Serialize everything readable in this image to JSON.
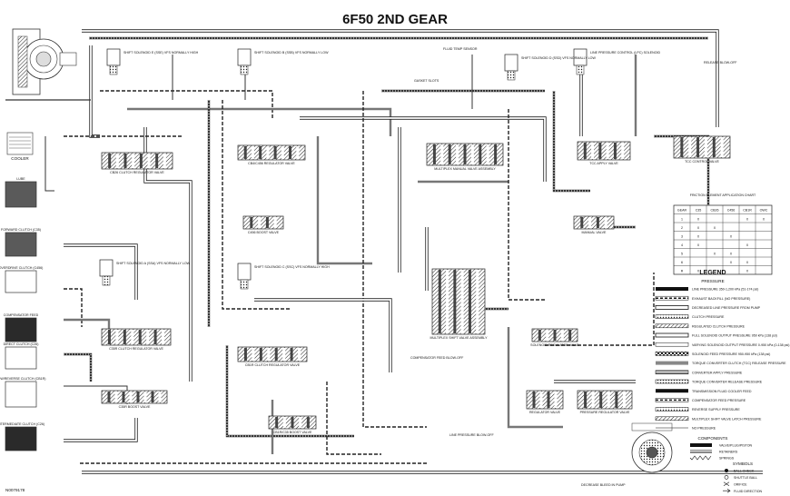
{
  "title": "6F50 2ND GEAR",
  "figure_id": "N0079178",
  "left_boxes": [
    {
      "label": "COOLER",
      "fill": "#ffffff"
    },
    {
      "label": "LUBE",
      "fill": "#5a5a5a"
    },
    {
      "label": "FORWARD CLUTCH (C35)",
      "fill": "#5a5a5a"
    },
    {
      "label": "OVERDRIVE CLUTCH (C456)",
      "fill": "#ffffff"
    },
    {
      "label": "COMPENSATOR FEED",
      "fill": "#2a2a2a"
    },
    {
      "label": "DIRECT CLUTCH (C26)",
      "fill": "#ffffff"
    },
    {
      "label": "LOW/REVERSE CLUTCH (CB1R)",
      "fill": "#ffffff"
    },
    {
      "label": "INTERMEDIATE CLUTCH (C26)",
      "fill": "#2a2a2a"
    }
  ],
  "valves": [
    {
      "label": "CB26 CLUTCH REGULATOR VALVE"
    },
    {
      "label": "CB4/C456 REGULATOR VALVE"
    },
    {
      "label": "MULTIPLEX MANUAL VALVE ASSEMBLY"
    },
    {
      "label": "TCC APPLY VALVE"
    },
    {
      "label": "TCC CONTROL VALVE"
    },
    {
      "label": "MANUAL VALVE"
    },
    {
      "label": "C456 BOOST VALVE"
    },
    {
      "label": "C35R CLUTCH REGULATOR VALVE"
    },
    {
      "label": "C35R BOOST VALVE"
    },
    {
      "label": "CB1R CLUTCH REGULATOR VALVE"
    },
    {
      "label": "CB1R/C35 BOOST VALVE"
    },
    {
      "label": "MULTIPLEX SHIFT VALVE ASSEMBLY"
    },
    {
      "label": "SOLENOID REGULATOR VALVE"
    },
    {
      "label": "REGULATOR VALVE"
    },
    {
      "label": "PRESSURE REGULATOR VALVE"
    }
  ],
  "solenoids": [
    {
      "label": "SHIFT SOLENOID E (SSE) VFS NORMALLY HIGH"
    },
    {
      "label": "SHIFT SOLENOID B (SSB) VFS NORMALLY LOW"
    },
    {
      "label": "SHIFT SOLENOID A (SSA) VFS NORMALLY LOW"
    },
    {
      "label": "LINE PRESSURE CONTROL (LPC) SOLENOID"
    },
    {
      "label": "SHIFT SOLENOID C (SSC) VFS NORMALLY HIGH"
    },
    {
      "label": "SHIFT SOLENOID D (SSD) VFS NORMALLY LOW"
    }
  ],
  "misc_labels": {
    "gasket_slots": "GASKET SLOTS",
    "fluid_temp_sensor": "FLUID TEMP SENSOR",
    "compensator": "COMPENSATOR FEED BLOW-OFF",
    "release": "RELEASE BLOW-OFF",
    "line_pressure_blowoff": "LINE PRESSURE BLOW-OFF",
    "pump": "DECREASE BLEED IN PUMP"
  },
  "apply_chart": {
    "title": "FRICTION ELEMENT APPLICATION CHART",
    "headers": [
      "GEAR",
      "C35",
      "CB26",
      "C456",
      "CB1R",
      "OWC"
    ],
    "rows": [
      [
        "1",
        "X",
        "",
        "",
        "X",
        "X"
      ],
      [
        "2",
        "X",
        "X",
        "",
        "",
        ""
      ],
      [
        "3",
        "X",
        "",
        "X",
        "",
        ""
      ],
      [
        "4",
        "X",
        "",
        "",
        "X",
        ""
      ],
      [
        "5",
        "",
        "X",
        "X",
        "",
        ""
      ],
      [
        "6",
        "",
        "",
        "X",
        "X",
        ""
      ],
      [
        "R",
        "X",
        "",
        "",
        "X",
        ""
      ]
    ]
  },
  "legend": {
    "title": "LEGEND",
    "subtitle": "PRESSURE",
    "items": [
      {
        "label": "LINE PRESSURE 350-1,200 kPa (51-174 psi)",
        "style": "solid-black"
      },
      {
        "label": "EXHAUST BACKFILL (NO PRESSURE)",
        "style": "dash"
      },
      {
        "label": "DECREASED LINE PRESSURE FROM PUMP",
        "style": "double"
      },
      {
        "label": "CLUTCH PRESSURE",
        "style": "dots"
      },
      {
        "label": "REGULATED CLUTCH PRESSURE",
        "style": "hatch"
      },
      {
        "label": "FULL SOLENOID OUTPUT PRESSURE 950 kPa (138 psi)",
        "style": "double-thin"
      },
      {
        "label": "VARYING SOLENOID OUTPUT PRESSURE 0-950 kPa (0-138 psi)",
        "style": "open"
      },
      {
        "label": "SOLENOID FEED PRESSURE 950-950 kPa (138 psi)",
        "style": "checker"
      },
      {
        "label": "TORQUE CONVERTER CLUTCH (TCC) RELEASE PRESSURE",
        "style": "solid-gray"
      },
      {
        "label": "CONVERTER APPLY PRESSURE",
        "style": "stripe"
      },
      {
        "label": "TORQUE CONVERTER RELEASE PRESSURE",
        "style": "double-dots"
      },
      {
        "label": "TRANSMISSION FLUID COOLER FEED",
        "style": "solid-black"
      },
      {
        "label": "COMPENSATOR FEED PRESSURE",
        "style": "dash"
      },
      {
        "label": "REVERSE SUPPLY PRESSURE",
        "style": "dots"
      },
      {
        "label": "MULTIPLEX SHIFT VALVE LATCH PRESSURE",
        "style": "hatch"
      },
      {
        "label": "NO PRESSURE",
        "style": "thin"
      }
    ],
    "components_title": "COMPONENTS",
    "components": [
      {
        "label": "VALVE/PLUG/PISTON",
        "style": "solid"
      },
      {
        "label": "RETAINERS",
        "style": "stripe"
      },
      {
        "label": "SPRINGS",
        "style": "zigzag"
      }
    ],
    "symbols_title": "SYMBOLS",
    "symbols": [
      {
        "label": "BALL CHECK",
        "icon": "ball-check"
      },
      {
        "label": "SHUTTLE BALL",
        "icon": "shuttle-ball"
      },
      {
        "label": "ORIFICE",
        "icon": "orifice"
      },
      {
        "label": "FLUID DIRECTION",
        "icon": "arrow"
      }
    ]
  }
}
